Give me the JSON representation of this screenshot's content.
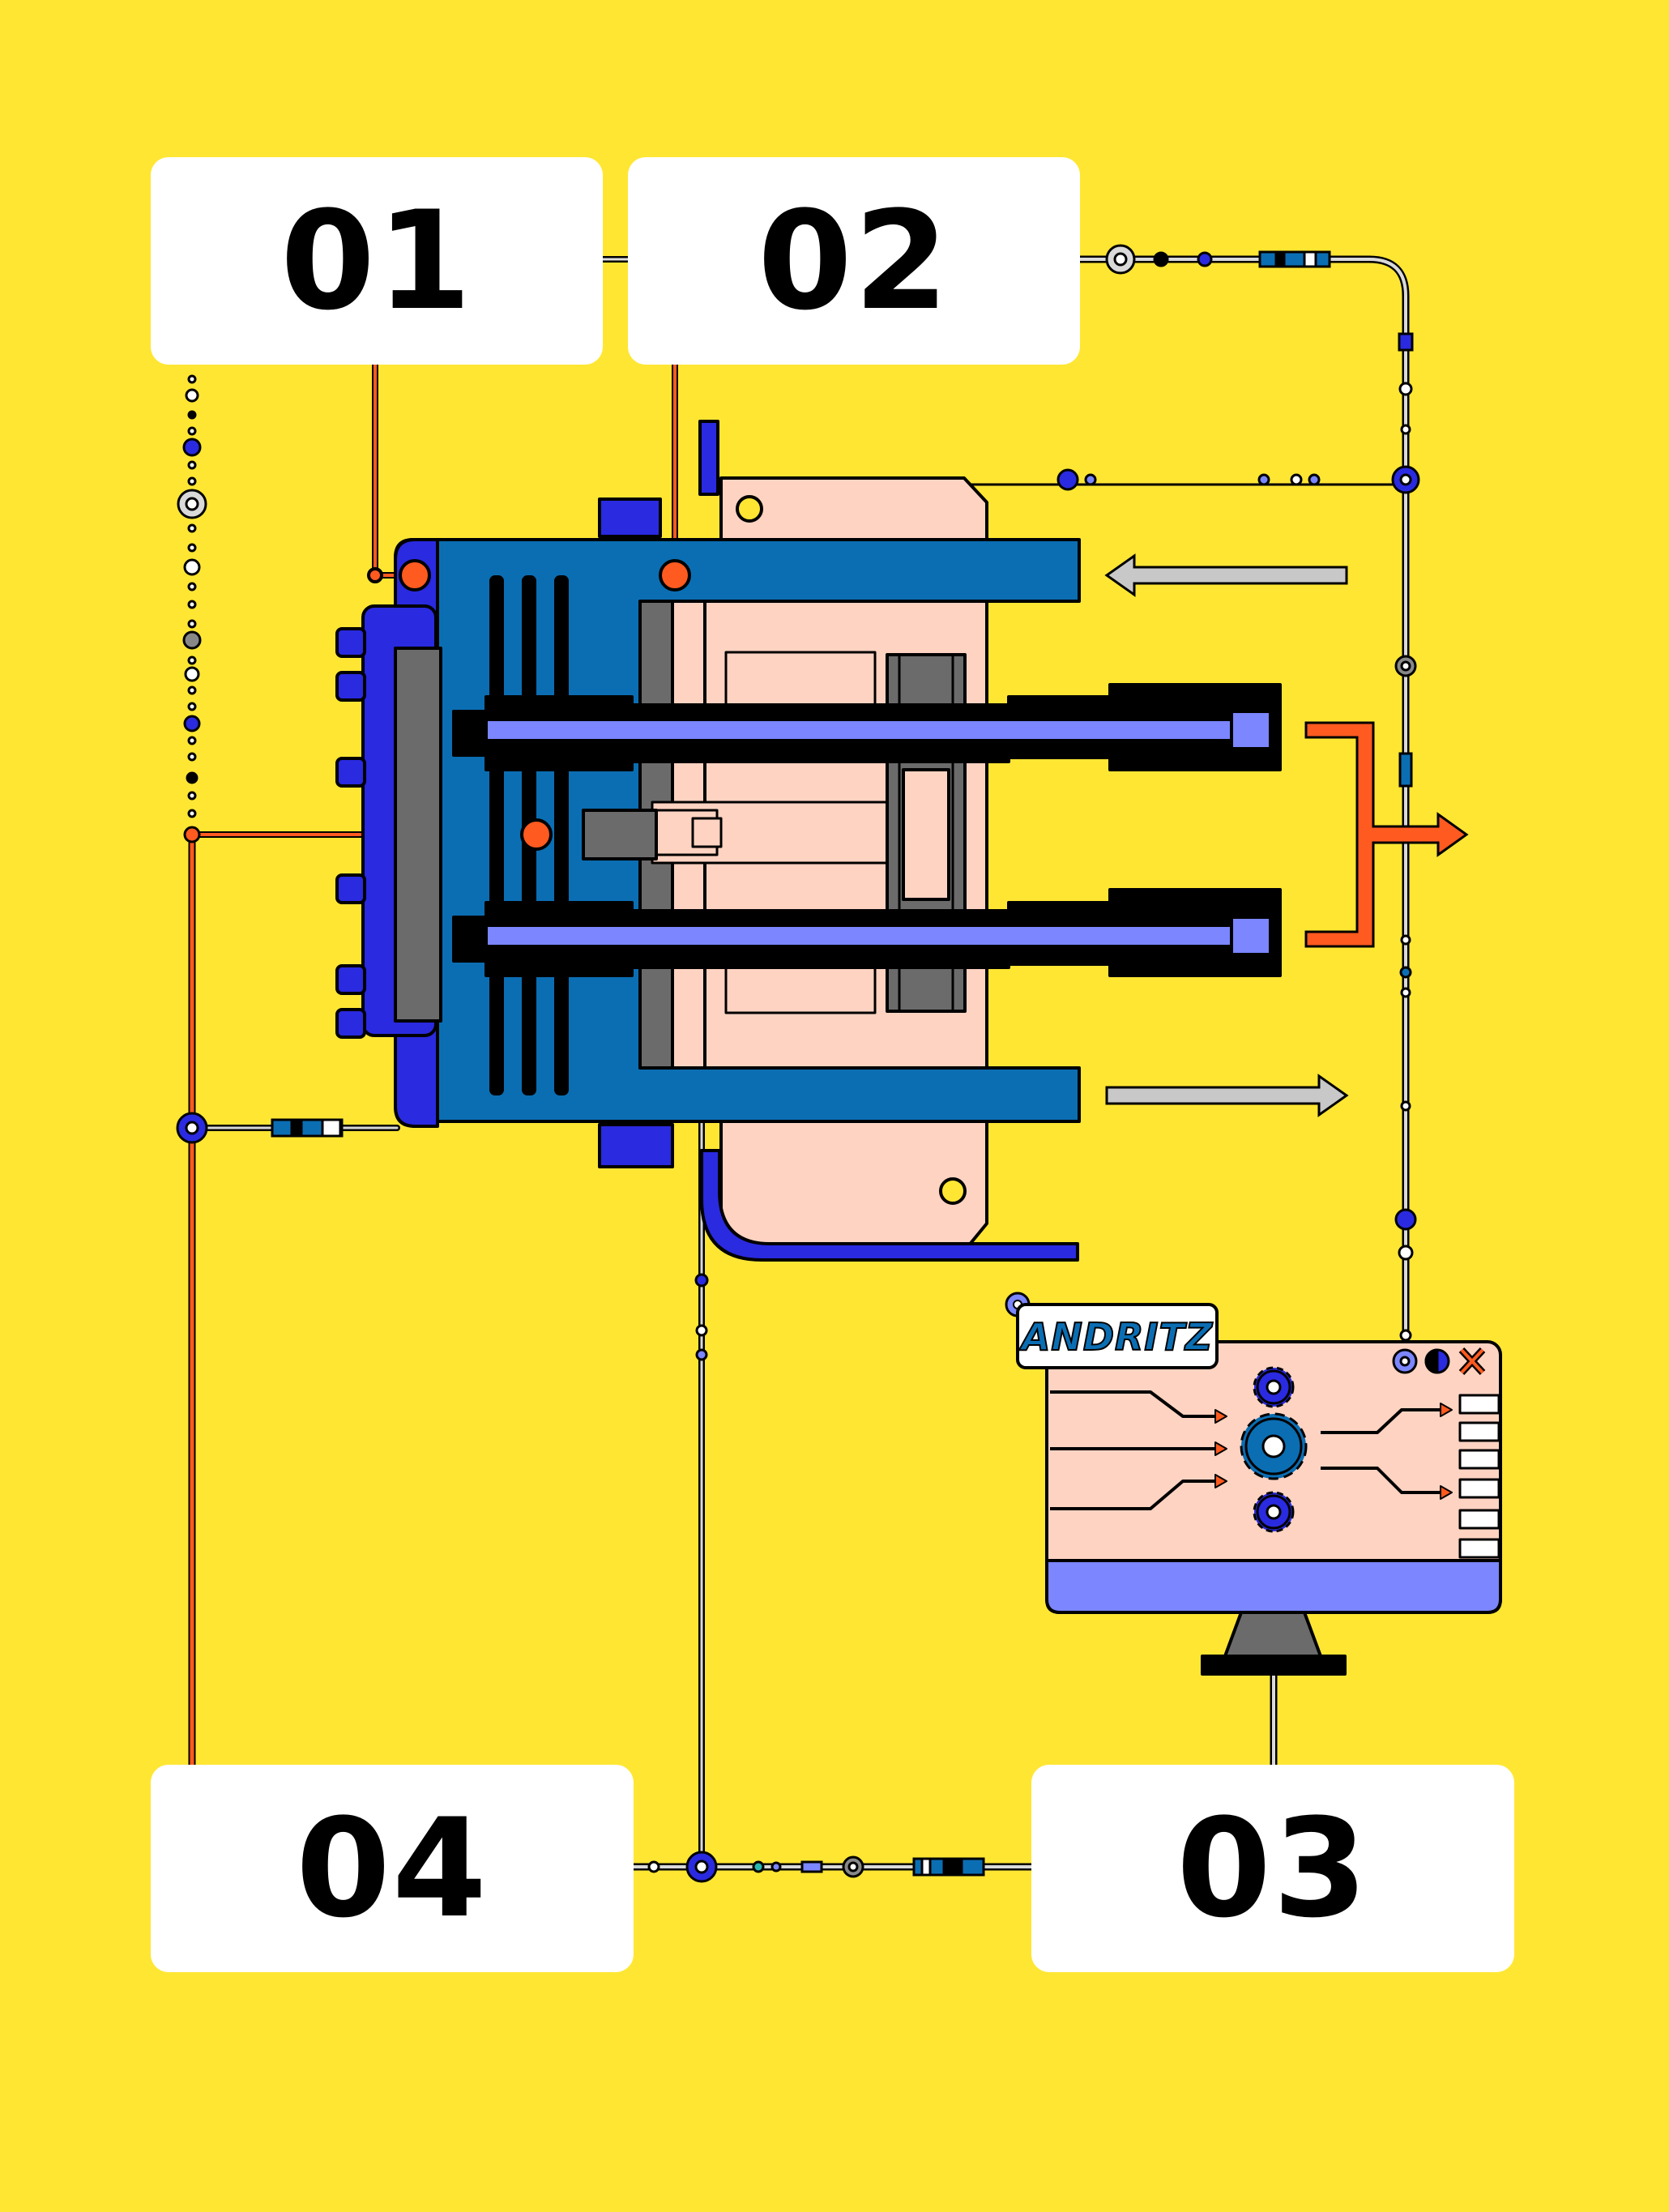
{
  "steps": [
    {
      "number": "01"
    },
    {
      "number": "02"
    },
    {
      "number": "03"
    },
    {
      "number": "04"
    }
  ],
  "monitor": {
    "logo_text": "ANDRITZ"
  },
  "colors": {
    "background": "#FFE633",
    "machine_blue": "#0B6EB3",
    "frame_indigo": "#2A2AE0",
    "chamber_pink": "#FFD3C2",
    "rod_periwinkle": "#7B86FF",
    "signal_orange": "#FF5A1F",
    "arrow_grey": "#C8C8C8",
    "housing_grey": "#6B6B6B"
  },
  "icons": [
    "gear-icon",
    "arrow-left-icon",
    "arrow-right-icon",
    "output-arrow-icon",
    "close-icon",
    "settings-icon",
    "contrast-icon"
  ]
}
